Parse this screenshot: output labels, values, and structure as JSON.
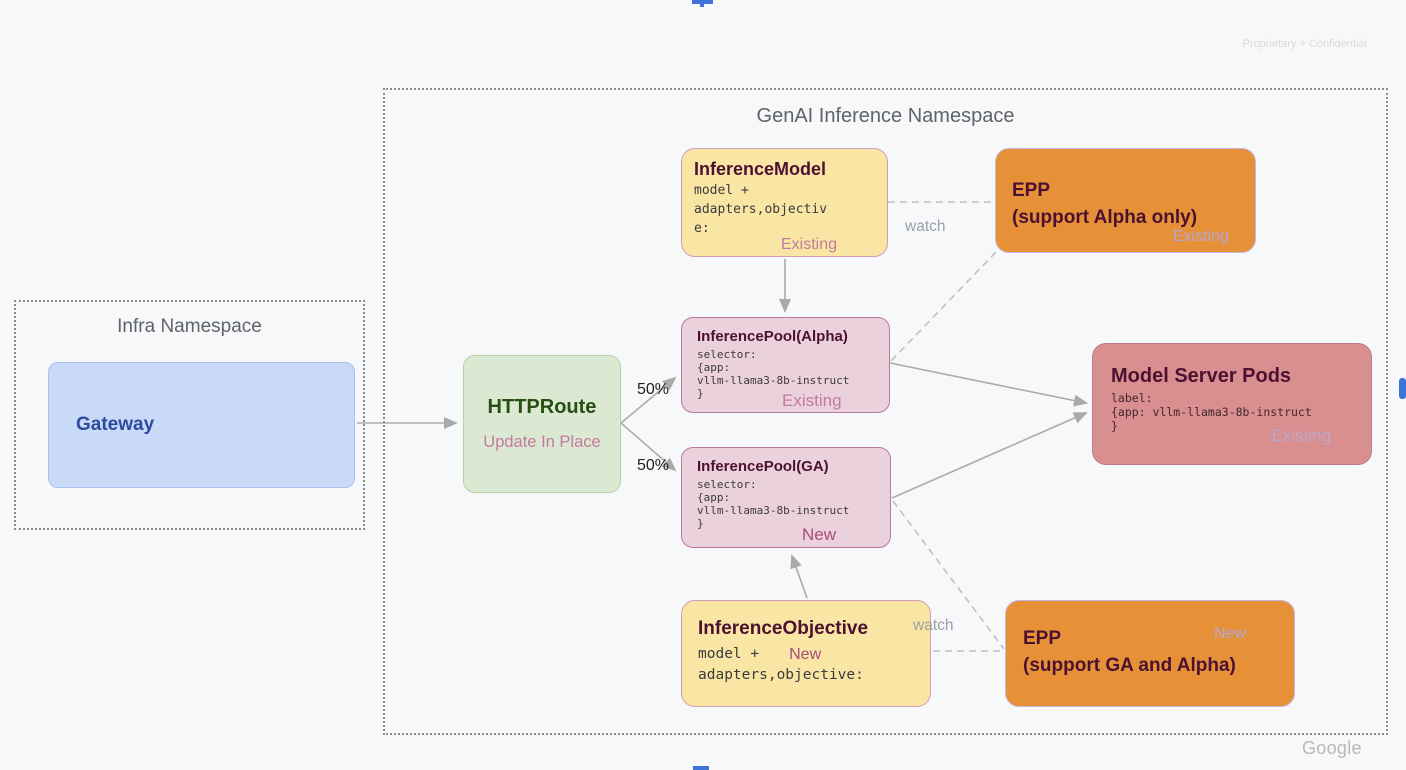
{
  "page": {
    "confidential_note": "Proprietary + Confidential",
    "brand": "Google",
    "selection_handle_color": "#3e74d8",
    "background_color": "#f7f8f9"
  },
  "infra_namespace": {
    "title": "Infra Namespace",
    "gateway": {
      "label": "Gateway",
      "fill": "#c9daf8"
    }
  },
  "genai_namespace": {
    "title": "GenAI Inference Namespace",
    "httproute": {
      "title": "HTTPRoute",
      "subtitle": "Update In Place",
      "fill": "#dbe9d3"
    },
    "inference_model": {
      "title": "InferenceModel",
      "code_lines": [
        "model +",
        "adapters,objectiv",
        "e:"
      ],
      "status": "Existing",
      "fill": "#fae6a4"
    },
    "epp_alpha": {
      "title": "EPP",
      "subtitle": "(support Alpha only)",
      "status": "Existing",
      "fill": "#e69138"
    },
    "pool_alpha": {
      "title": "InferencePool(Alpha)",
      "code_lines": [
        "selector:",
        "{app:",
        "vllm-llama3-8b-instruct",
        "}"
      ],
      "status": "Existing",
      "fill": "#ead1dc"
    },
    "pool_ga": {
      "title": "InferencePool(GA)",
      "code_lines": [
        "selector:",
        "{app:",
        "vllm-llama3-8b-instruct",
        "}"
      ],
      "status": "New",
      "fill": "#ead1dc"
    },
    "model_server_pods": {
      "title": "Model Server Pods",
      "code_lines": [
        "label:",
        "{app: vllm-llama3-8b-instruct",
        "}"
      ],
      "status": "Existing",
      "fill": "#d98f8f"
    },
    "inference_objective": {
      "title": "InferenceObjective",
      "code_line_1": "model +",
      "status": "New",
      "code_line_2": "adapters,objective:",
      "fill": "#fae6a4"
    },
    "epp_ga": {
      "title": "EPP",
      "subtitle": "(support GA and Alpha)",
      "status": "New",
      "fill": "#e69138"
    },
    "edge_labels": {
      "split_top": "50%",
      "split_bottom": "50%",
      "watch_top": "watch",
      "watch_bottom": "watch"
    }
  },
  "status_colors": {
    "existing_pink": "#c27ba0",
    "new_magenta": "#a64d79",
    "muted_purple": "#b4a7d6"
  }
}
